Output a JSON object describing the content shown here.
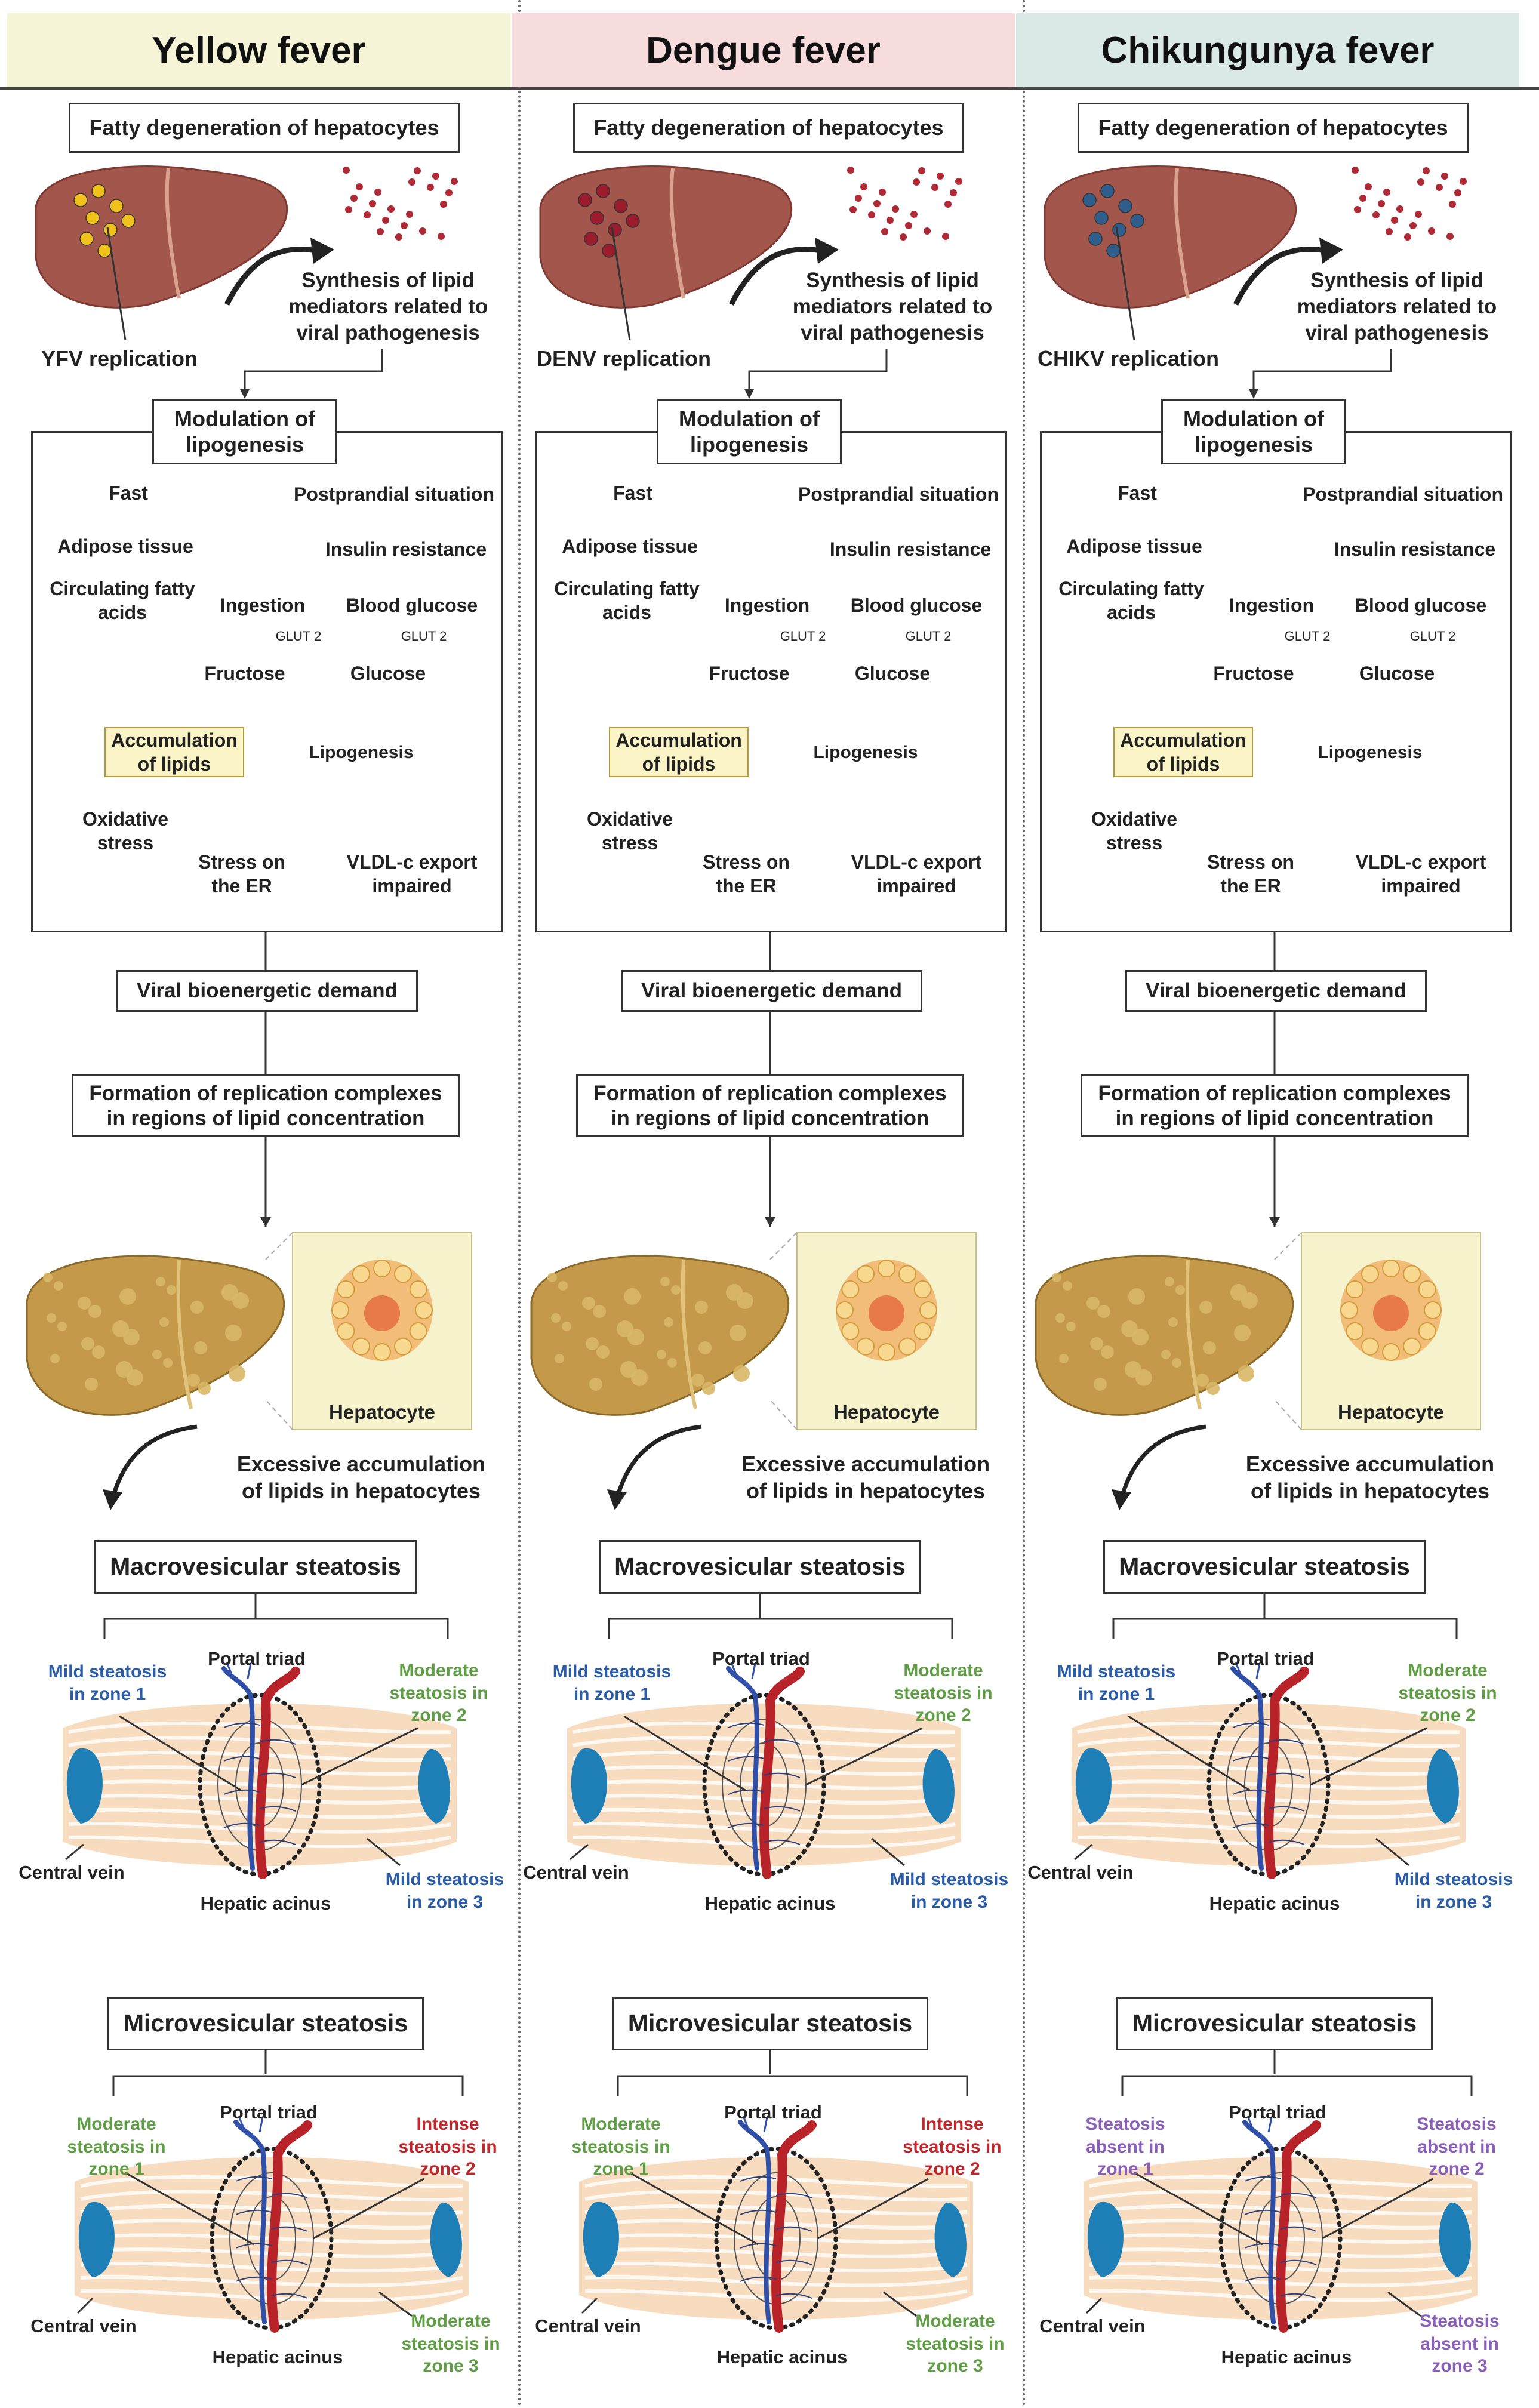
{
  "columns": [
    {
      "title": "Yellow fever",
      "header_color": "#f6f4d6",
      "replication_label": "YFV replication",
      "virus_color": "#f1c21b",
      "micro_left": {
        "text": "Moderate\nsteatosis in\nzone 1",
        "color": "#5f9e45"
      },
      "micro_right_top": {
        "text": "Intense\nsteatosis in\nzone 2",
        "color": "#c0272d"
      },
      "micro_right_bottom": {
        "text": "Moderate\nsteatosis in\nzone 3",
        "color": "#5f9e45"
      }
    },
    {
      "title": "Dengue fever",
      "header_color": "#f6dcdc",
      "replication_label": "DENV replication",
      "virus_color": "#9b1c2c",
      "micro_left": {
        "text": "Moderate\nsteatosis in\nzone 1",
        "color": "#5f9e45"
      },
      "micro_right_top": {
        "text": "Intense\nsteatosis in\nzone 2",
        "color": "#c0272d"
      },
      "micro_right_bottom": {
        "text": "Moderate\nsteatosis in\nzone 3",
        "color": "#5f9e45"
      }
    },
    {
      "title": "Chikungunya fever",
      "header_color": "#dbe9e6",
      "replication_label": "CHIKV replication",
      "virus_color": "#2f5d8c",
      "micro_left": {
        "text": "Steatosis\nabsent in\nzone 1",
        "color": "#8a5fb8"
      },
      "micro_right_top": {
        "text": "Steatosis\nabsent in\nzone 2",
        "color": "#8a5fb8"
      },
      "micro_right_bottom": {
        "text": "Steatosis\nabsent in\nzone 3",
        "color": "#8a5fb8"
      }
    }
  ],
  "common": {
    "fatty_degeneration": "Fatty degeneration of hepatocytes",
    "synthesis": "Synthesis of lipid\nmediators related to\nviral pathogenesis",
    "modulation": "Modulation of\nlipogenesis",
    "fast": "Fast",
    "postprandial": "Postprandial situation",
    "adipose": "Adipose tissue",
    "insulin": "Insulin resistance",
    "circulating": "Circulating fatty\nacids",
    "ingestion": "Ingestion",
    "blood_glucose": "Blood glucose",
    "glut2": "GLUT 2",
    "fructose": "Fructose",
    "glucose": "Glucose",
    "accumulation": "Accumulation\nof lipids",
    "lipogenesis": "Lipogenesis",
    "oxidative": "Oxidative\nstress",
    "stress_er": "Stress on\nthe ER",
    "vldl": "VLDL-c export\nimpaired",
    "bioenergetic": "Viral bioenergetic demand",
    "formation": "Formation of replication complexes\nin regions of lipid concentration",
    "hepatocyte": "Hepatocyte",
    "excessive": "Excessive accumulation\nof lipids in hepatocytes",
    "macro_title": "Macrovesicular steatosis",
    "micro_title": "Microvesicular steatosis",
    "portal_triad": "Portal triad",
    "central_vein": "Central vein",
    "hepatic_acinus": "Hepatic acinus",
    "macro_left": {
      "text": "Mild steatosis\nin zone 1",
      "color": "#2a5ca8"
    },
    "macro_right_top": {
      "text": "Moderate\nsteatosis in\nzone 2",
      "color": "#5f9e45"
    },
    "macro_right_bottom": {
      "text": "Mild steatosis\nin zone 3",
      "color": "#2a5ca8"
    }
  },
  "colors": {
    "liver": "#a3574c",
    "liver_dark": "#7e3a33",
    "fatty_liver": "#c49a4a",
    "fat": "#e6cf72",
    "vein": "#1d7fb5",
    "portal_red": "#b8232a",
    "portal_blue": "#2f4fa8",
    "acinus": "#f8dcc0",
    "hepatocyte_bg": "#f6f2cc",
    "hepatocyte_cell": "#f0b46a"
  }
}
